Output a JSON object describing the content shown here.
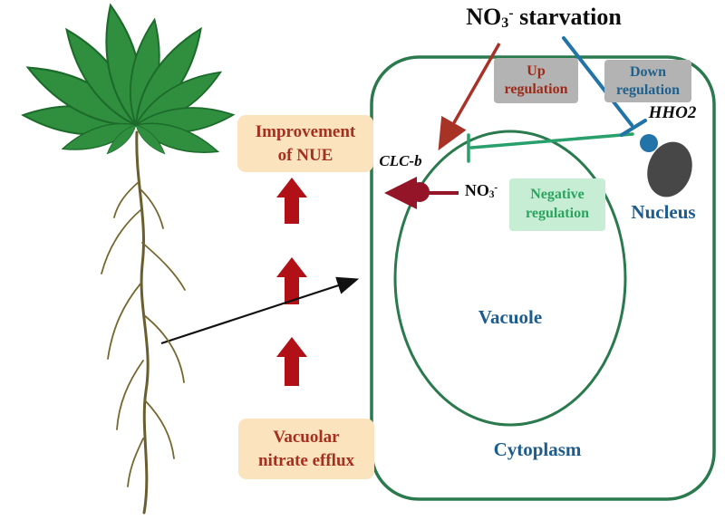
{
  "title": {
    "prefix": "NO",
    "sub": "3",
    "sup": "-",
    "suffix": " starvation"
  },
  "boxes": {
    "improvement": {
      "line1": "Improvement",
      "line2": "of NUE"
    },
    "efflux": {
      "line1": "Vacuolar",
      "line2": "nitrate efflux"
    },
    "up": {
      "line1": "Up",
      "line2": "regulation"
    },
    "down": {
      "line1": "Down",
      "line2": "regulation"
    },
    "negative": {
      "line1": "Negative",
      "line2": "regulation"
    }
  },
  "labels": {
    "hho2": "HHO2",
    "nucleus": "Nucleus",
    "clcb": "CLC-b",
    "no3": {
      "prefix": "NO",
      "sub": "3",
      "sup": "-"
    },
    "vacuole": "Vacuole",
    "cytoplasm": "Cytoplasm"
  },
  "colors": {
    "membrane_green": "#2a7a4e",
    "leaf_green": "#2f8f3f",
    "root_brown": "#6b5e2e",
    "block_arrow_red": "#b01016",
    "regulation_arrow_red": "#a93226",
    "transporter_maroon": "#951528",
    "inhibit_blue": "#2273a8",
    "inhibit_green": "#29a06c",
    "nucleus_gray": "#474747",
    "peach_box_bg": "#fbe3bd",
    "peach_box_text": "#a5301f",
    "gray_box_bg": "#b3b3b3",
    "up_text": "#9c2a18",
    "down_text": "#1f618d",
    "negative_bg": "#c7edd5",
    "negative_text": "#2aa45e",
    "blue_label": "#1d5c8f"
  }
}
